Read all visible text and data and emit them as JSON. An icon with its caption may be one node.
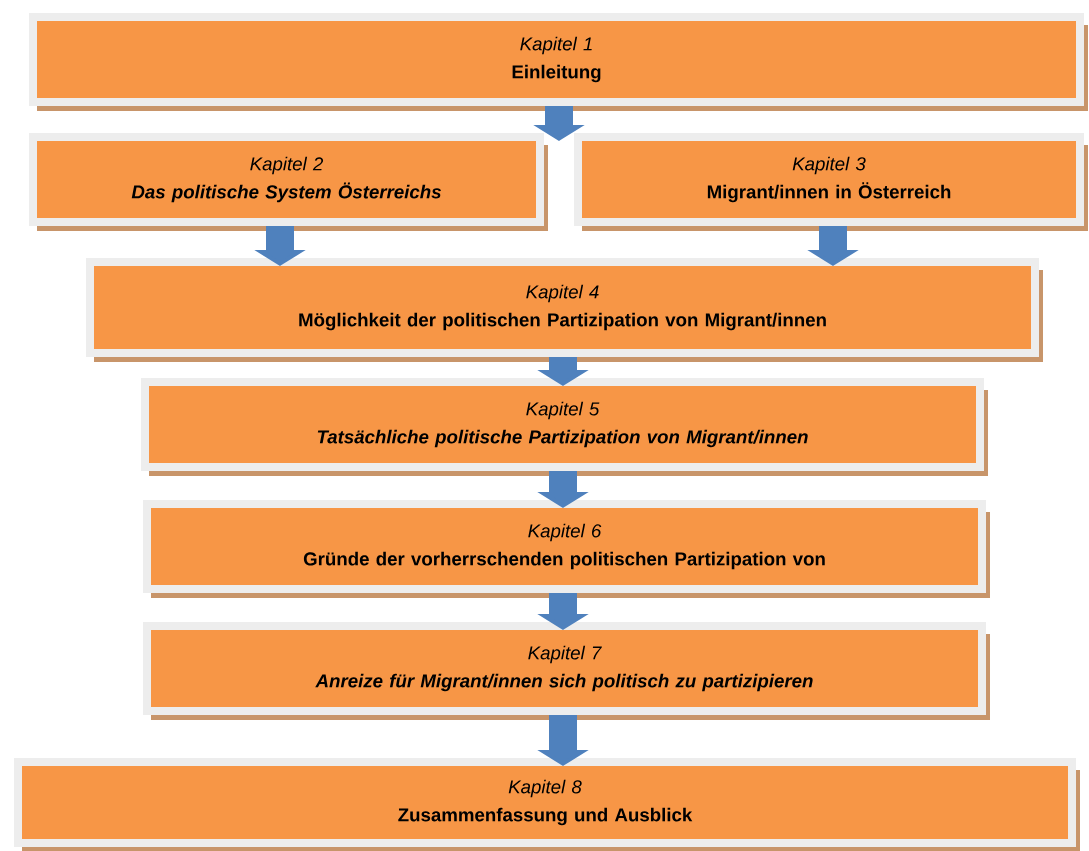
{
  "diagram": {
    "nodes": [
      {
        "text": [
          "Kapitel 1",
          "Einleitung"
        ]
      },
      {
        "text": [
          "Kapitel 2",
          "Das politische System Österreichs"
        ]
      },
      {
        "text": [
          "Kapitel 3",
          "Migrant/innen in Österreich"
        ]
      },
      {
        "text": [
          "Kapitel 4",
          "Möglichkeit der politischen Partizipation von Migrant/innen"
        ]
      },
      {
        "text": [
          "Kapitel 5",
          "Tatsächliche politische Partizipation von Migrant/innen"
        ]
      },
      {
        "text": [
          "Kapitel 6",
          "Gründe der vorherrschenden politischen Partizipation von"
        ]
      },
      {
        "text": [
          "Kapitel 7",
          "Anreize für Migrant/innen sich politisch zu partizipieren"
        ]
      },
      {
        "text": [
          "Kapitel 8",
          "Zusammenfassung und Ausblick"
        ]
      }
    ],
    "edges": [
      {
        "from": 0,
        "to": 1,
        "arrow": "to"
      },
      {
        "from": 0,
        "to": 2,
        "arrow": "to"
      },
      {
        "from": 1,
        "to": 3,
        "arrow": "to"
      },
      {
        "from": 2,
        "to": 3,
        "arrow": "to"
      },
      {
        "from": 3,
        "to": 4,
        "arrow": "to"
      },
      {
        "from": 4,
        "to": 5,
        "arrow": "to"
      },
      {
        "from": 5,
        "to": 6,
        "arrow": "to"
      },
      {
        "from": 6,
        "to": 7,
        "arrow": "to"
      }
    ]
  }
}
